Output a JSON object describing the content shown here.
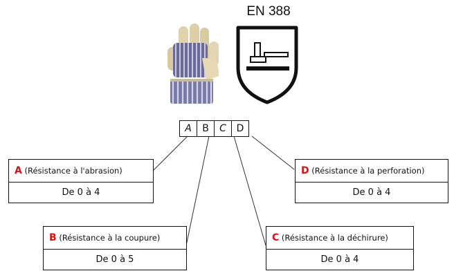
{
  "standard": {
    "title": "EN 388"
  },
  "code_letters": [
    "A",
    "B",
    "C",
    "D"
  ],
  "boxes": {
    "a": {
      "letter": "A",
      "desc": " (Résistance à l'abrasion)",
      "range": "De 0 à 4"
    },
    "b": {
      "letter": "B",
      "desc": " (Résistance à la coupure)",
      "range": "De 0 à 5"
    },
    "c": {
      "letter": "C",
      "desc": " (Résistance à la déchirure)",
      "range": "De 0 à 4"
    },
    "d": {
      "letter": "D",
      "desc": " (Résistance à la perforation)",
      "range": "De 0 à 4"
    }
  },
  "colors": {
    "letter_accent": "#e01010",
    "lines": "#333333"
  },
  "icons": {
    "product": "work-glove-icon",
    "pictogram": "hammer-shield-icon"
  }
}
